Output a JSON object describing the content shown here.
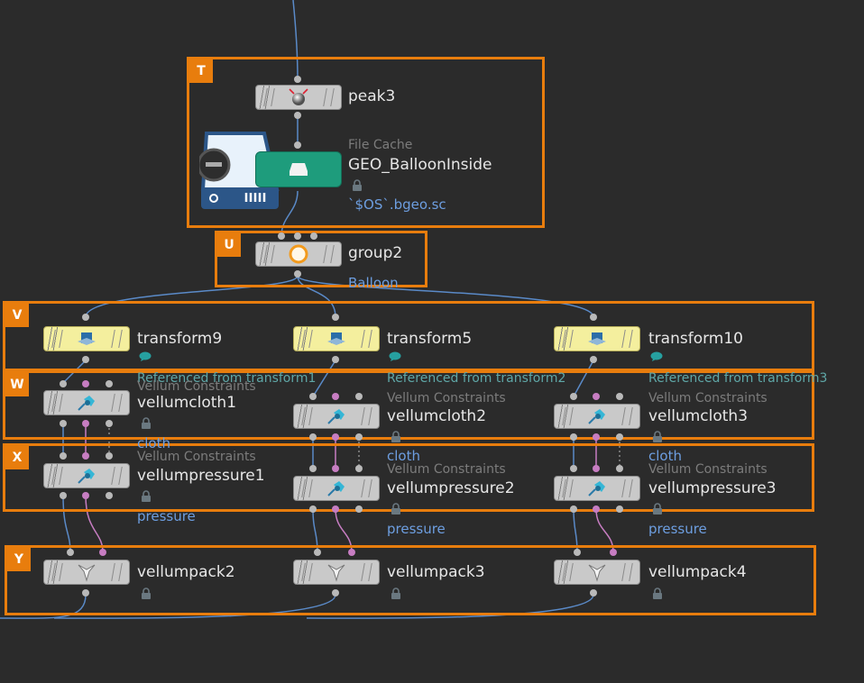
{
  "colors": {
    "background": "#2b2b2b",
    "box_border": "#e87d0d",
    "node_gray": "#c9c9c9",
    "node_yellow": "#f4ef9e",
    "node_green": "#1e9c7c",
    "wire": "#5a8ac8",
    "wire_pink": "#c77dc2",
    "param_text": "#6d9ee0",
    "ref_text": "#5fa7a7"
  },
  "boxes": {
    "T": "T",
    "U": "U",
    "V": "V",
    "W": "W",
    "X": "X",
    "Y": "Y"
  },
  "nodes": {
    "peak3": {
      "name": "peak3",
      "icon": "sphere-icon"
    },
    "filecache": {
      "type": "File Cache",
      "name": "GEO_BalloonInside",
      "param": "`$OS`.bgeo.sc",
      "icon": "drive-icon"
    },
    "group2": {
      "name": "group2",
      "param": "Balloon",
      "icon": "circle-icon"
    },
    "transform9": {
      "name": "transform9",
      "icon": "transform-icon"
    },
    "transform5": {
      "name": "transform5",
      "icon": "transform-icon"
    },
    "transform10": {
      "name": "transform10",
      "icon": "transform-icon"
    },
    "vellumcloth1": {
      "ref": "Referenced from transform1",
      "type": "Vellum Constraints",
      "name": "vellumcloth1",
      "param": "cloth"
    },
    "vellumcloth2": {
      "ref": "Referenced from transform2",
      "type": "Vellum Constraints",
      "name": "vellumcloth2",
      "param": "cloth"
    },
    "vellumcloth3": {
      "ref": "Referenced from transform3",
      "type": "Vellum Constraints",
      "name": "vellumcloth3",
      "param": "cloth"
    },
    "vellumpressure1": {
      "type": "Vellum Constraints",
      "name": "vellumpressure1",
      "param": "pressure"
    },
    "vellumpressure2": {
      "type": "Vellum Constraints",
      "name": "vellumpressure2",
      "param": "pressure"
    },
    "vellumpressure3": {
      "type": "Vellum Constraints",
      "name": "vellumpressure3",
      "param": "pressure"
    },
    "vellumpack2": {
      "name": "vellumpack2",
      "icon": "pack-icon"
    },
    "vellumpack3": {
      "name": "vellumpack3",
      "icon": "pack-icon"
    },
    "vellumpack4": {
      "name": "vellumpack4",
      "icon": "pack-icon"
    }
  }
}
